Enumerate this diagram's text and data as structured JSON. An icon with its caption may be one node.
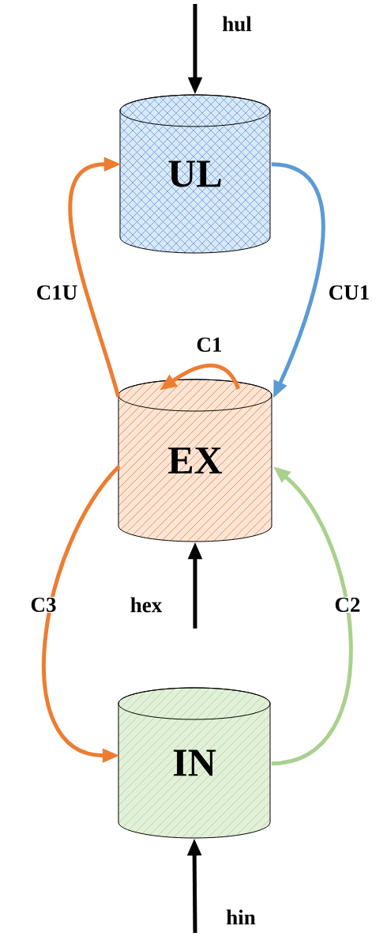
{
  "diagram": {
    "nodes": [
      {
        "text": [
          "UL"
        ]
      },
      {
        "text": [
          "EX"
        ]
      },
      {
        "text": [
          "IN"
        ]
      }
    ],
    "edges": [
      {
        "from": null,
        "to": 0,
        "arrow": "to",
        "label": "hul",
        "color": "#000000"
      },
      {
        "from": 1,
        "to": 0,
        "arrow": "to",
        "label": "C1U",
        "color": "#ed7d31"
      },
      {
        "from": 0,
        "to": 1,
        "arrow": "to",
        "label": "CU1",
        "color": "#5b9bd5"
      },
      {
        "from": 1,
        "to": 1,
        "arrow": "to",
        "label": "C1",
        "color": "#ed7d31"
      },
      {
        "from": 1,
        "to": 2,
        "arrow": "to",
        "label": "C3",
        "color": "#ed7d31"
      },
      {
        "from": 2,
        "to": 1,
        "arrow": "to",
        "label": "C2",
        "color": "#a9d18e"
      },
      {
        "from": null,
        "to": 1,
        "arrow": "to",
        "label": "hex",
        "color": "#000000"
      },
      {
        "from": null,
        "to": 2,
        "arrow": "to",
        "label": "hin",
        "color": "#000000"
      }
    ]
  }
}
